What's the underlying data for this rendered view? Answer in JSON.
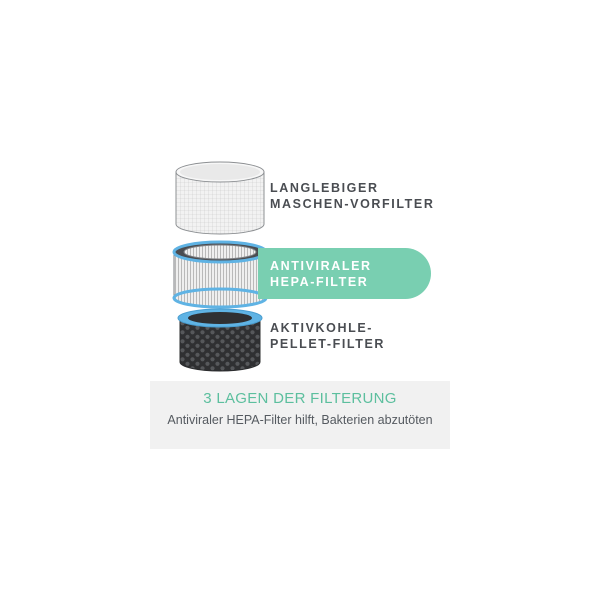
{
  "layers": [
    {
      "line1": "LANGLEBIGER",
      "line2": "MASCHEN-VORFILTER"
    },
    {
      "line1": "ANTIVIRALER",
      "line2": "HEPA-FILTER"
    },
    {
      "line1": "AKTIVKOHLE-",
      "line2": "PELLET-FILTER"
    }
  ],
  "caption": {
    "title": "3 LAGEN DER FILTERUNG",
    "subtitle": "Antiviraler HEPA-Filter hilft, Bakterien abzutöten"
  },
  "colors": {
    "accent": "#79cfb1",
    "accent_text": "#5cbf9e",
    "ring_blue": "#5fb3e4",
    "carbon": "#3a3b3d"
  }
}
